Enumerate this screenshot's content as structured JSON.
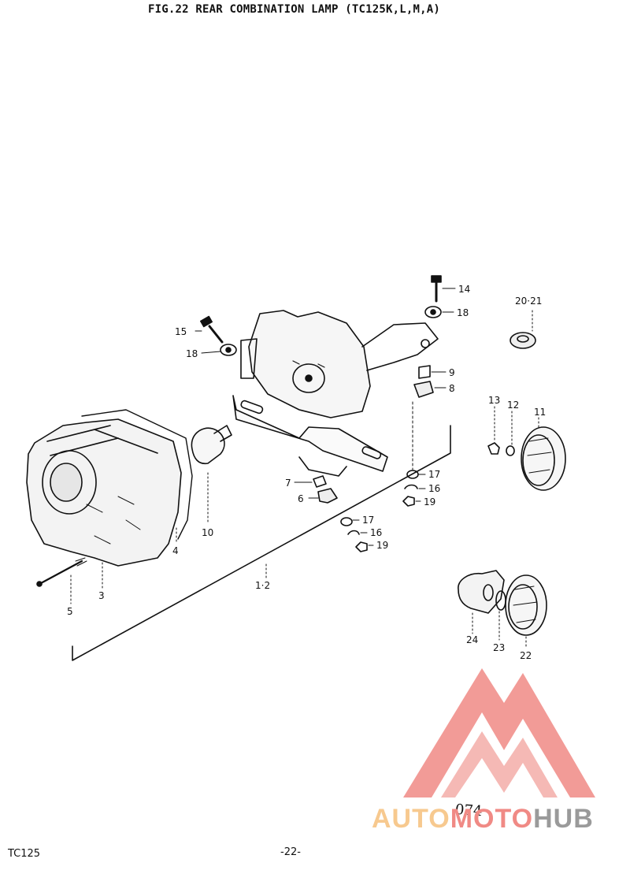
{
  "header": {
    "title": "FIG.22  REAR COMBINATION LAMP (TC125K,L,M,A)"
  },
  "footer": {
    "model": "TC125",
    "page": "-22-",
    "sheet": "074"
  },
  "watermark": {
    "auto": "AUTO",
    "moto": "MOTO",
    "hub": "HUB",
    "colors": {
      "auto": "#f7c98f",
      "moto": "#f08a85",
      "hub": "#9a9a9a",
      "triangle": "#f08a85"
    }
  },
  "parts": {
    "p1_2": "1·2",
    "p3": "3",
    "p4": "4",
    "p5": "5",
    "p6": "6",
    "p7": "7",
    "p8": "8",
    "p9": "9",
    "p10": "10",
    "p11": "11",
    "p12": "12",
    "p13": "13",
    "p14": "14",
    "p15": "15",
    "p16a": "16",
    "p16b": "16",
    "p17a": "17",
    "p17b": "17",
    "p18a": "18",
    "p18b": "18",
    "p19a": "19",
    "p19b": "19",
    "p20_21": "20·21",
    "p22": "22",
    "p23": "23",
    "p24": "24"
  }
}
